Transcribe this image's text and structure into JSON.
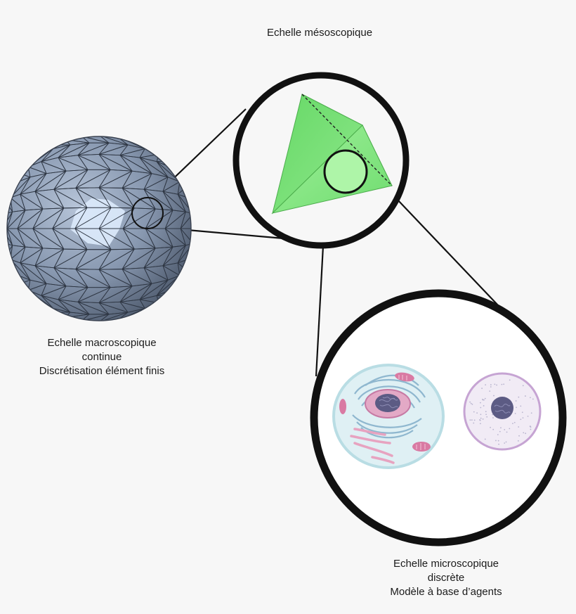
{
  "meso": {
    "title": "Echelle mésoscopique"
  },
  "macro": {
    "line1": "Echelle macroscopique",
    "line2": "continue",
    "line3": "Discrétisation élément finis"
  },
  "micro": {
    "line1": "Echelle microscopique",
    "line2": "discrète",
    "line3": "Modèle à base d’agents"
  },
  "colors": {
    "background": "#f7f7f7",
    "sphere": "#7f8fa6",
    "sphere_highlight": "#dbe9fb",
    "tetrahedron": "#7be07b",
    "ring": "#111111",
    "cell_cytoplasm": "#dff0f4",
    "cell_membrane": "#b7dbe2",
    "organelle_pink": "#d97aa3",
    "nucleus": "#5c5b84"
  },
  "icons": [
    "mesh-sphere-icon",
    "tetrahedron-icon",
    "animal-cell-icon",
    "stem-cell-icon"
  ]
}
